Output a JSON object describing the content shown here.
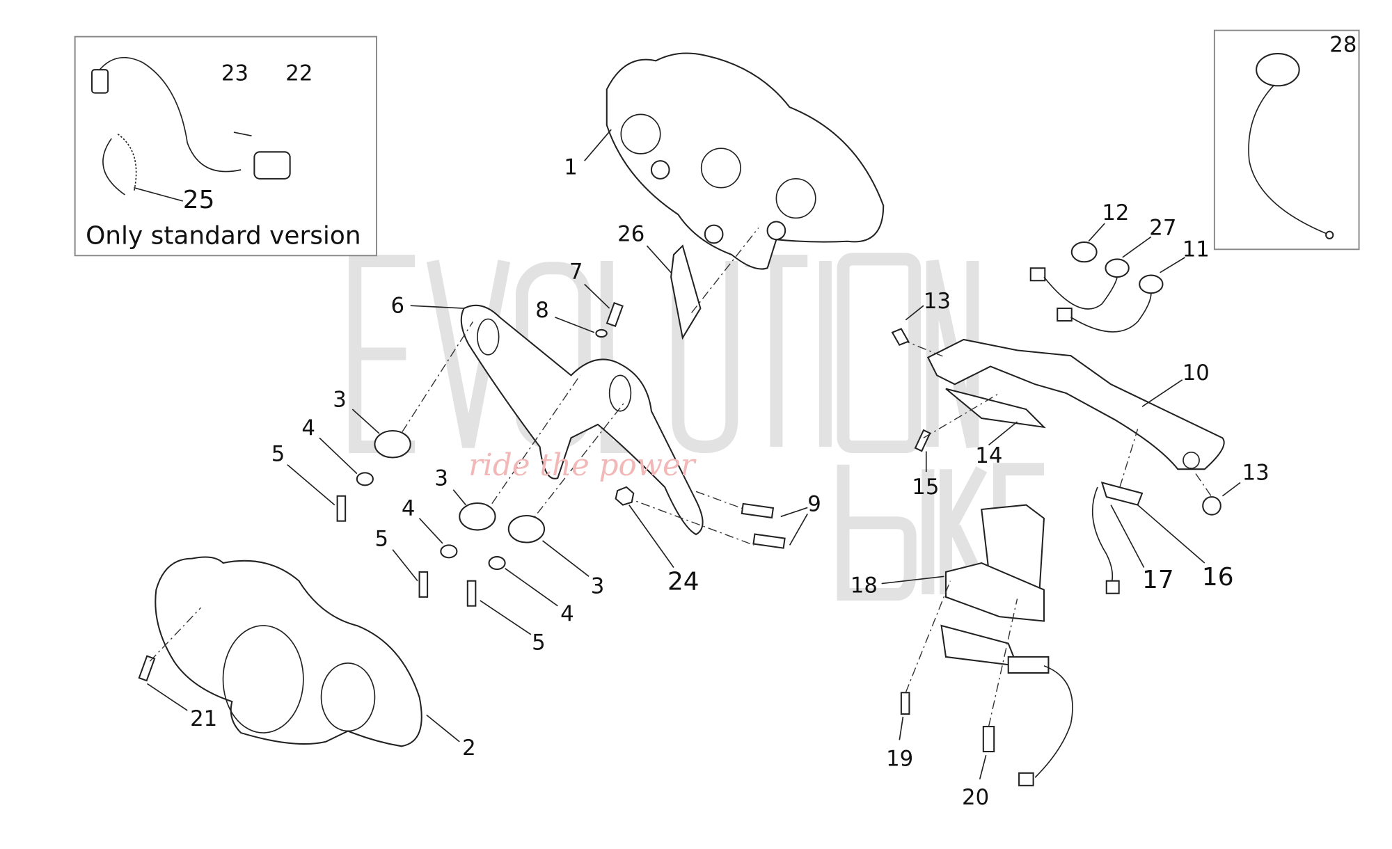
{
  "diagram": {
    "inset_note": "Only standard version",
    "watermark": {
      "brand": "EvolutiOn Bike",
      "tagline": "ride the power"
    },
    "labels": {
      "p1": "1",
      "p2": "2",
      "p3a": "3",
      "p3b": "3",
      "p3c": "3",
      "p4a": "4",
      "p4b": "4",
      "p4c": "4",
      "p5a": "5",
      "p5b": "5",
      "p5c": "5",
      "p6": "6",
      "p7": "7",
      "p8": "8",
      "p9": "9",
      "p10": "10",
      "p11": "11",
      "p12": "12",
      "p13a": "13",
      "p13b": "13",
      "p14": "14",
      "p15": "15",
      "p16": "16",
      "p17": "17",
      "p18": "18",
      "p19": "19",
      "p20": "20",
      "p21": "21",
      "p22": "22",
      "p23": "23",
      "p24": "24",
      "p25": "25",
      "p26": "26",
      "p27": "27",
      "p28": "28"
    }
  }
}
